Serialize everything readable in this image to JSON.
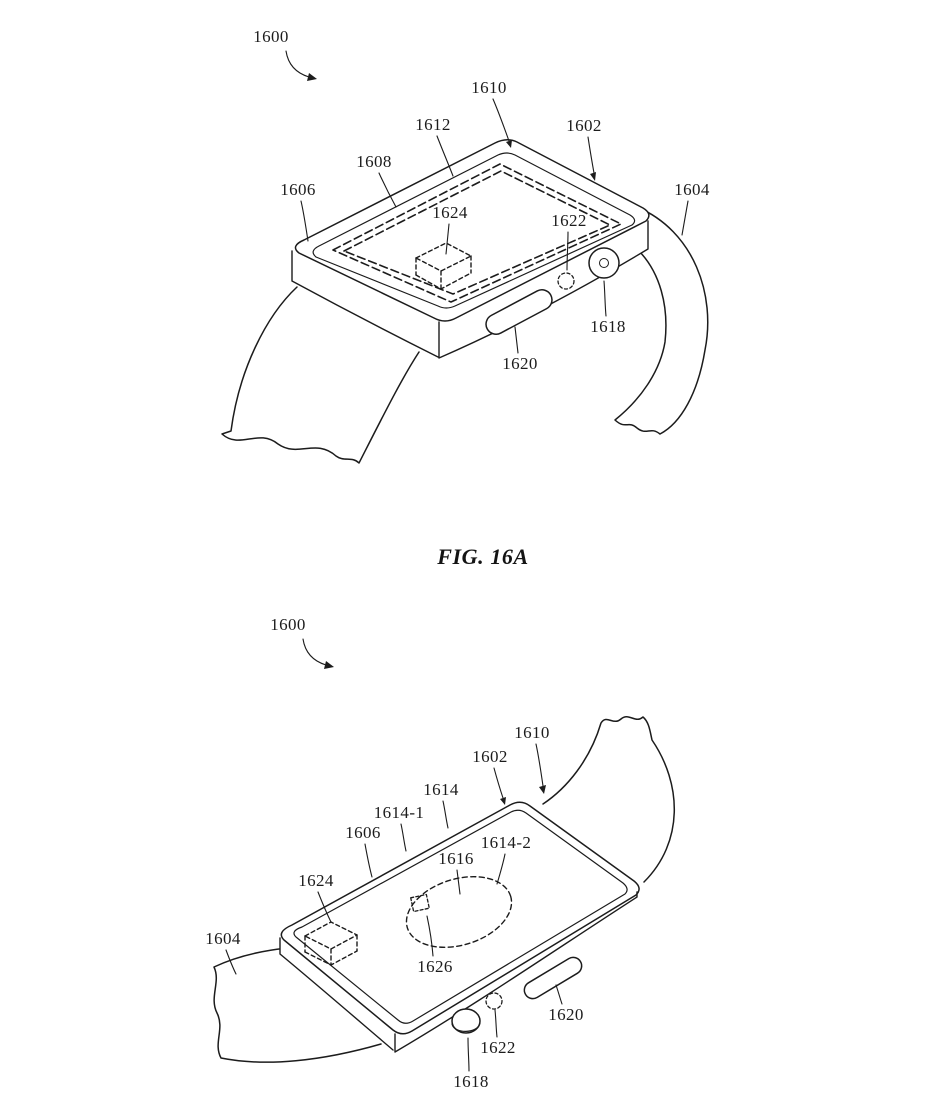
{
  "meta": {
    "background": "#ffffff",
    "line_color": "#1c1c1c"
  },
  "fig_a": {
    "assembly_ref": "1600",
    "caption": "FIG. 16A",
    "labels": {
      "1610": "1610",
      "1612": "1612",
      "1602": "1602",
      "1608": "1608",
      "1606": "1606",
      "1604": "1604",
      "1624": "1624",
      "1622": "1622",
      "1618": "1618",
      "1620": "1620"
    }
  },
  "fig_b": {
    "assembly_ref": "1600",
    "labels": {
      "1610": "1610",
      "1602": "1602",
      "1614": "1614",
      "1614-1": "1614-1",
      "1606": "1606",
      "1614-2": "1614-2",
      "1616": "1616",
      "1624": "1624",
      "1604": "1604",
      "1626": "1626",
      "1620": "1620",
      "1622": "1622",
      "1618": "1618"
    }
  }
}
